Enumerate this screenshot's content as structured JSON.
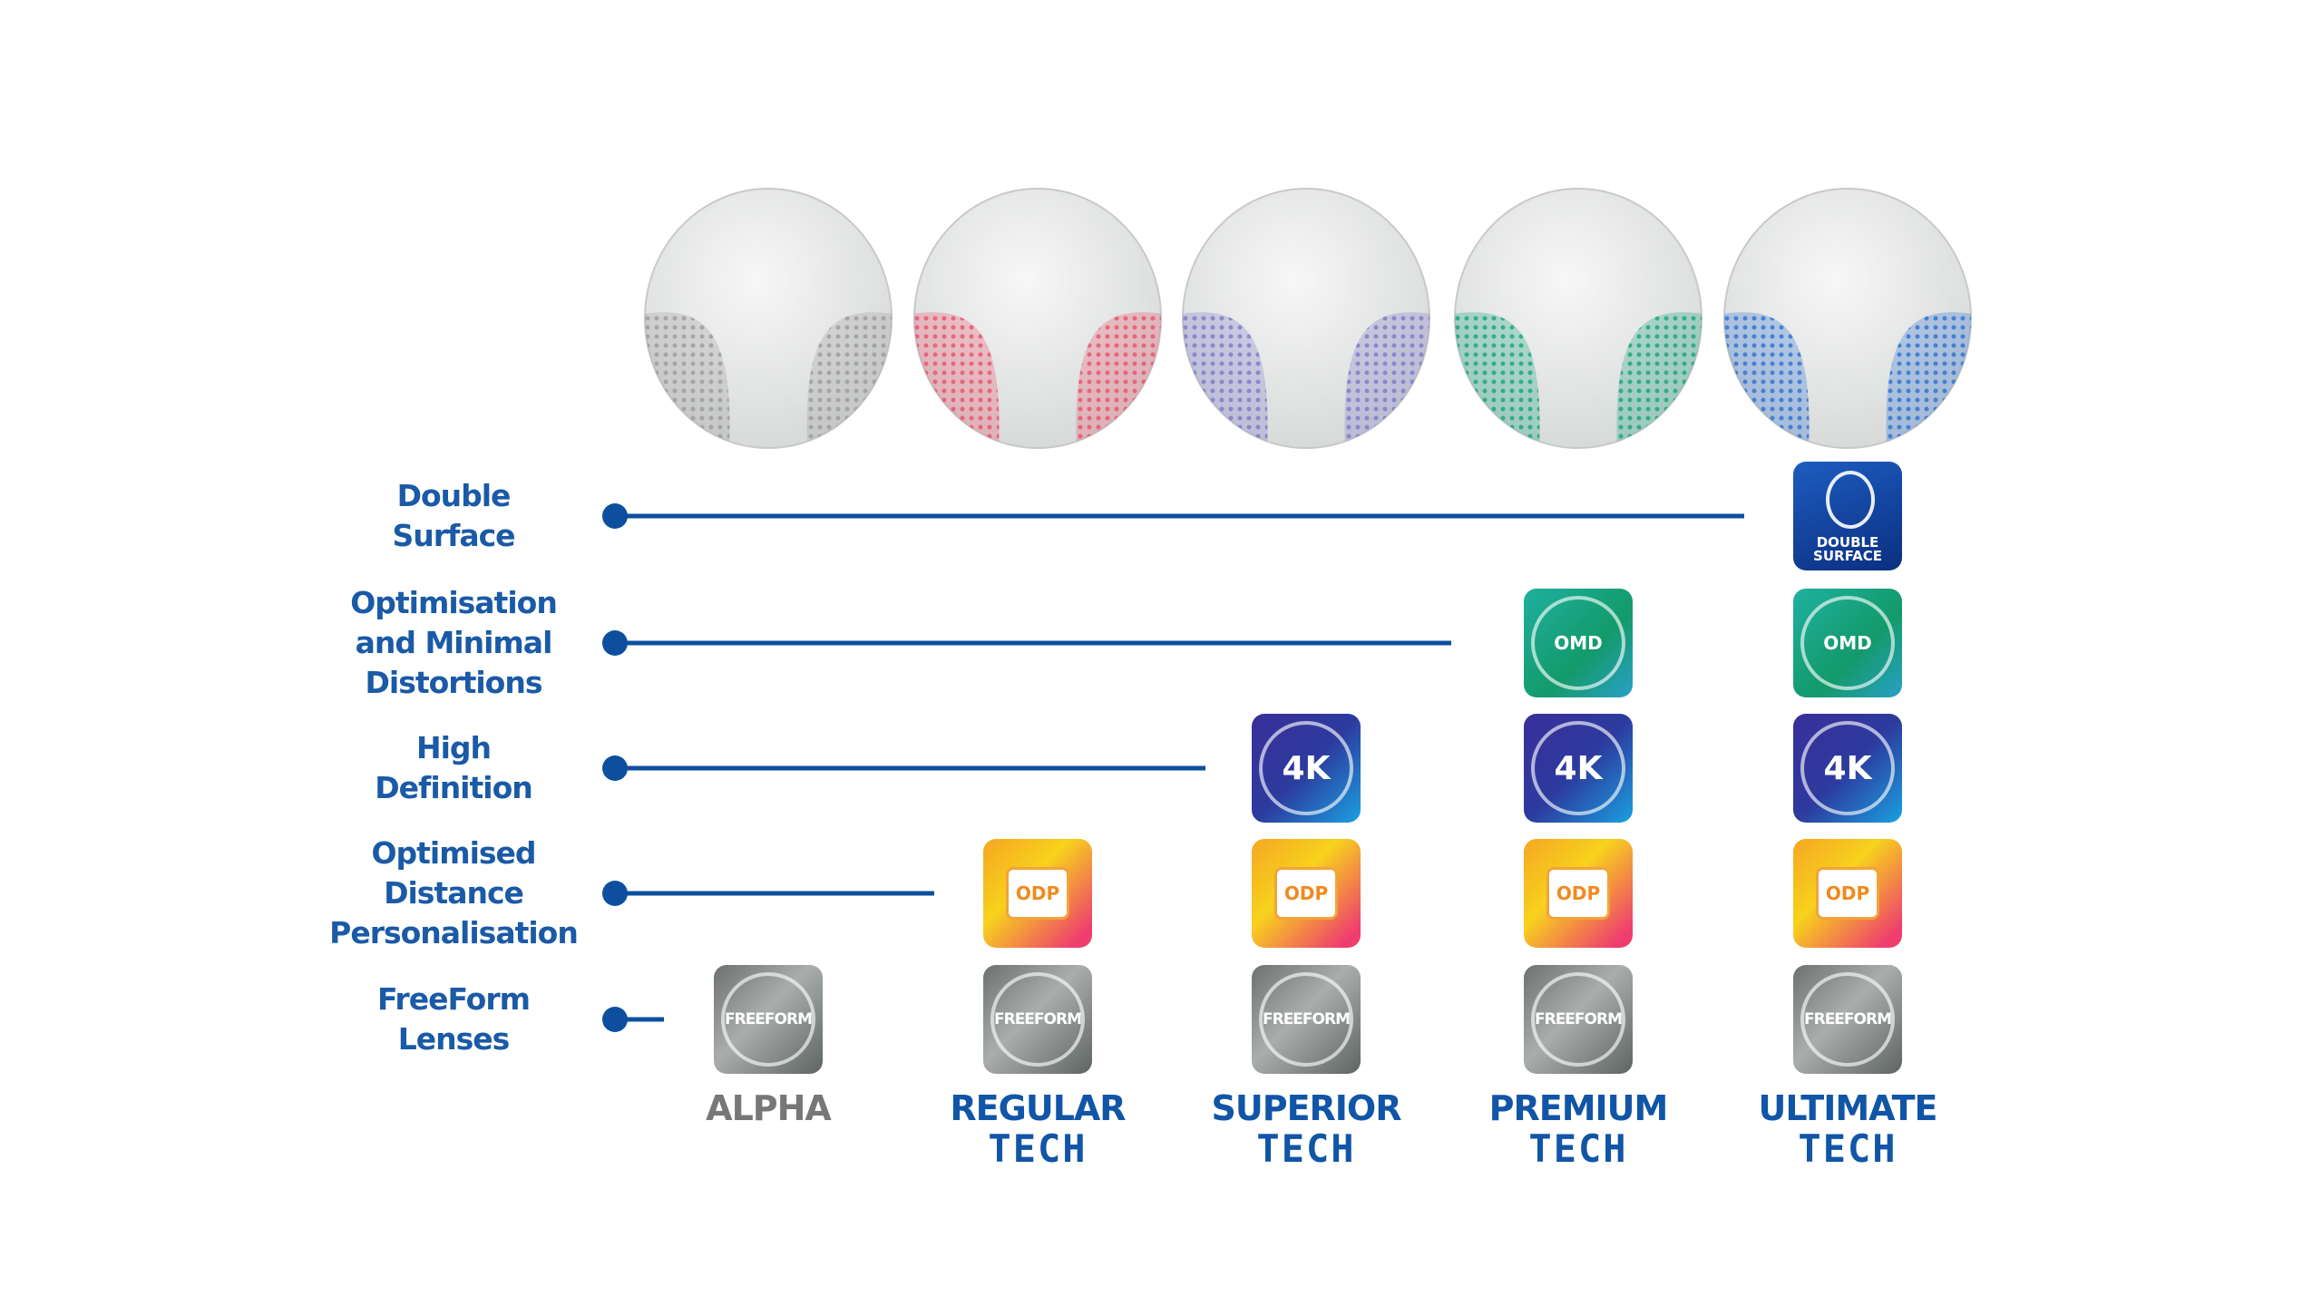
{
  "rows": [
    {
      "label_line1": "Double",
      "label_line2": "Surface",
      "label_line3": ""
    },
    {
      "label_line1": "Optimisation",
      "label_line2": "and Minimal",
      "label_line3": "Distortions"
    },
    {
      "label_line1": "High",
      "label_line2": "Definition",
      "label_line3": ""
    },
    {
      "label_line1": "Optimised",
      "label_line2": "Distance",
      "label_line3": "Personalisation"
    },
    {
      "label_line1": "FreeForm",
      "label_line2": "Lenses",
      "label_line3": ""
    }
  ],
  "badges": {
    "double_surface_line1": "DOUBLE",
    "double_surface_line2": "SURFACE",
    "omd": "OMD",
    "hd": "4K",
    "odp": "ODP",
    "freeform": "FREEFORM"
  },
  "tiers": [
    {
      "name": "ALPHA",
      "suffix": "",
      "lens_color": "#9a9a9a"
    },
    {
      "name": "REGULAR",
      "suffix": "TECH",
      "lens_color": "#e8506a"
    },
    {
      "name": "SUPERIOR",
      "suffix": "TECH",
      "lens_color": "#7a78c8"
    },
    {
      "name": "PREMIUM",
      "suffix": "TECH",
      "lens_color": "#14a37a"
    },
    {
      "name": "ULTIMATE",
      "suffix": "TECH",
      "lens_color": "#2a6fd0"
    }
  ],
  "colors": {
    "brand_blue": "#0d4f9e",
    "tech_accent": "#3aa6e0"
  }
}
